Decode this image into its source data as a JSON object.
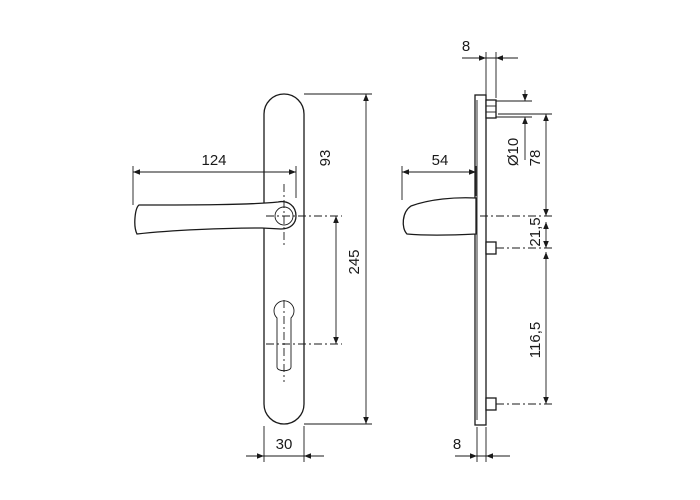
{
  "colors": {
    "line": "#1a1a1a",
    "background": "#ffffff"
  },
  "front_view": {
    "dim_lever_length": "124",
    "dim_spindle_to_cylinder": "93",
    "dim_plate_height": "245",
    "dim_plate_width": "30"
  },
  "side_view": {
    "dim_top_thickness": "8",
    "dim_lever_projection": "54",
    "dim_screw_diameter": "Ø10",
    "dim_top_to_spindle": "78",
    "dim_spindle_offset": "21,5",
    "dim_screw_spacing": "116,5",
    "dim_bottom_thickness": "8"
  }
}
